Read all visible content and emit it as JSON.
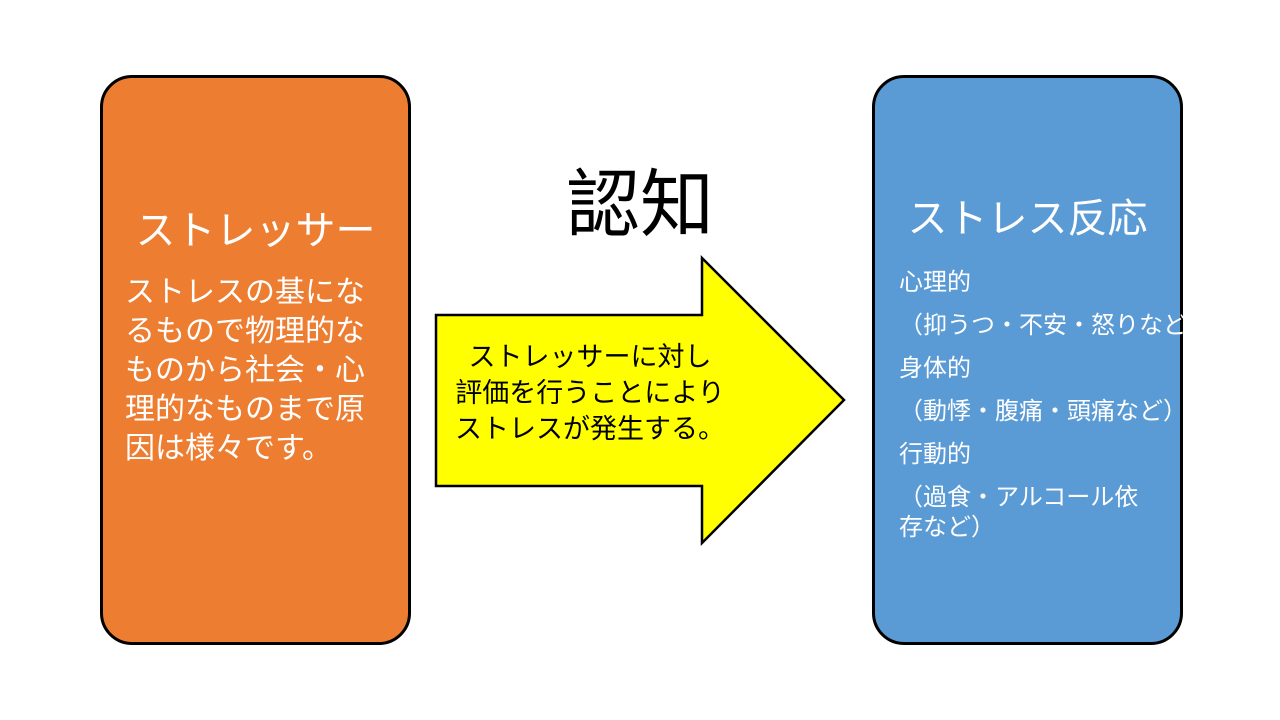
{
  "colors": {
    "stressor_fill": "#ED7D31",
    "response_fill": "#5B9BD5",
    "arrow_fill": "#FFFF00",
    "outline": "#000000"
  },
  "stressor": {
    "title": "ストレッサー",
    "description": "ストレスの基になるもので物理的なものから社会・心理的なものまで原因は様々です。"
  },
  "cognition": {
    "title": "認知",
    "arrow_lines": [
      "ストレッサーに対し",
      "評価を行うことにより",
      "ストレスが発生する。"
    ]
  },
  "response": {
    "title": "ストレス反応",
    "lines": [
      "心理的",
      "（抑うつ・不安・怒りなど）",
      "身体的",
      "（動悸・腹痛・頭痛など）",
      "行動的",
      "（過食・アルコール依存など）"
    ]
  }
}
